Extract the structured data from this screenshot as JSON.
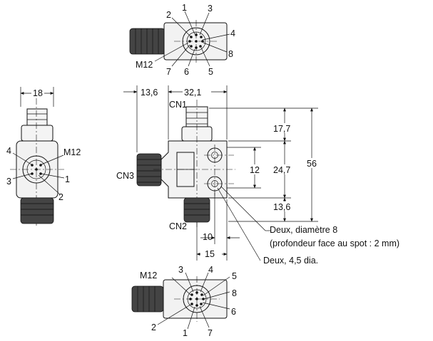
{
  "top_view": {
    "pins": [
      "1",
      "2",
      "3",
      "4",
      "5",
      "6",
      "7",
      "8"
    ],
    "thread": "M12"
  },
  "left_view": {
    "width": "18",
    "pins": [
      "1",
      "2",
      "3",
      "4"
    ],
    "thread": "M12"
  },
  "front_view": {
    "width_left": "13,6",
    "width_body": "32,1",
    "connector_top": "CN1",
    "connector_left": "CN3",
    "connector_bottom": "CN2",
    "dim_top": "17,7",
    "dim_mid": "24,7",
    "dim_bottom": "13,6",
    "dim_hole_gap": "12",
    "dim_total": "56",
    "dim_10": "10",
    "dim_15": "15",
    "note_counterbore": "Deux, diamètre 8",
    "note_depth": "(profondeur face au spot : 2 mm)",
    "note_holes": "Deux, 4,5 dia."
  },
  "bottom_view": {
    "pins": [
      "1",
      "2",
      "3",
      "4",
      "5",
      "6",
      "7",
      "8"
    ],
    "thread": "M12"
  }
}
